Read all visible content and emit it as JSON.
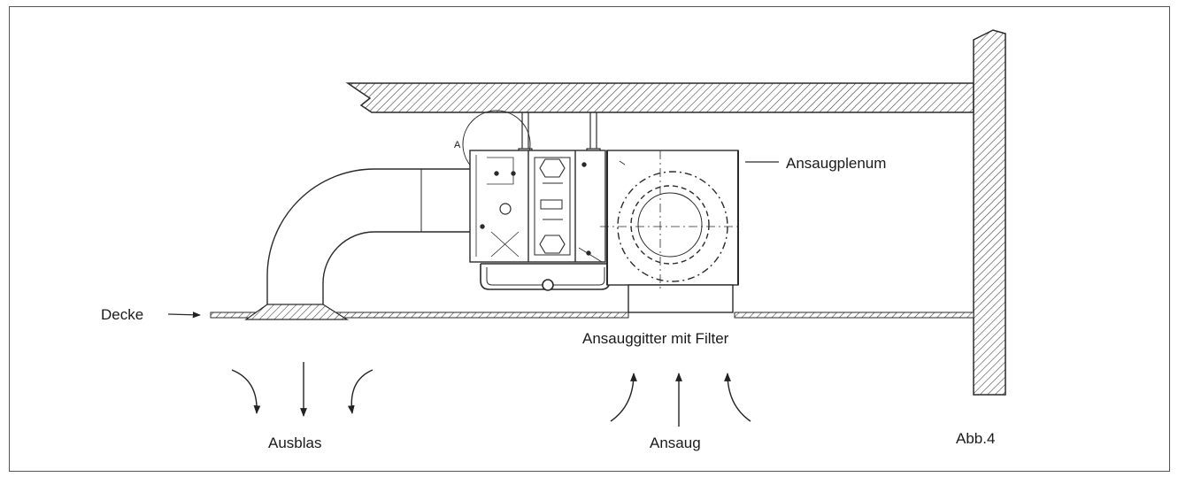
{
  "labels": {
    "ansaugplenum": "Ansaugplenum",
    "decke": "Decke",
    "ansauggitter": "Ansauggitter mit Filter",
    "ausblas": "Ausblas",
    "ansaug": "Ansaug",
    "figure": "Abb.4",
    "detail": "A"
  },
  "colors": {
    "line": "#2a2a2a",
    "frame": "#555555"
  }
}
